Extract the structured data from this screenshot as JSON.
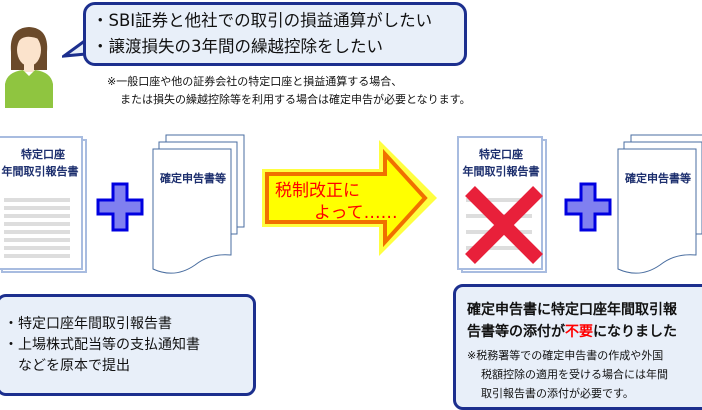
{
  "bubble": {
    "lines": [
      "・SBI証券と他社での取引の損益通算がしたい",
      "・譲渡損失の3年間の繰越控除をしたい"
    ]
  },
  "note": {
    "lines": [
      "※一般口座や他の証券会社の特定口座と損益通算する場合、",
      "または損失の繰越控除等を利用する場合は確定申告が必要となります。"
    ]
  },
  "left_doc": {
    "title_line1": "特定口座",
    "title_line2": "年間取引報告書"
  },
  "left_stack": {
    "title": "確定申告書等"
  },
  "arrow": {
    "line1": "税制改正に",
    "line2": "よって……"
  },
  "right_doc": {
    "title_line1": "特定口座",
    "title_line2": "年間取引報告書"
  },
  "right_stack": {
    "title": "確定申告書等"
  },
  "before_box": {
    "lines": [
      "・特定口座年間取引報告書",
      "・上場株式配当等の支払通知書",
      "　などを原本で提出"
    ]
  },
  "after_box": {
    "line1": "確定申告書に特定口座年間取引報",
    "line2_pre": "告書等の添付が",
    "line2_emph": "不要",
    "line2_post": "になりました",
    "notes": [
      "※税務署等での確定申告書の作成や外国",
      "税額控除の適用を受ける場合には年間",
      "取引報告書の添付が必要です。"
    ]
  },
  "colors": {
    "border": "#1c2f8e",
    "box_fill": "#e8eff9",
    "arrow_fill": "#ffff00",
    "arrow_stroke": "#f07000",
    "cross": "#e8203a",
    "plus": "#8080f0"
  }
}
